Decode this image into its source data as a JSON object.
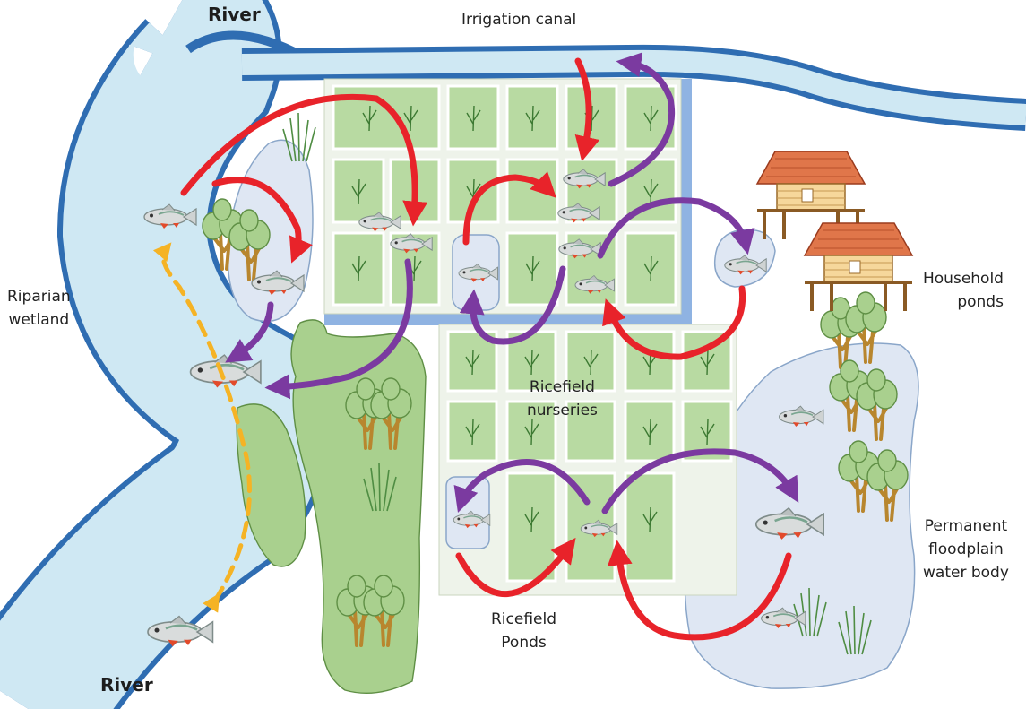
{
  "labels": {
    "river_top": "River",
    "river_bottom": "River",
    "irrigation_canal": "Irrigation canal",
    "riparian_1": "Riparian",
    "riparian_2": "wetland",
    "household_1": "Household",
    "household_2": "ponds",
    "nurseries_1": "Ricefield",
    "nurseries_2": "nurseries",
    "ricefield_ponds_1": "Ricefield",
    "ricefield_ponds_2": "Ponds",
    "floodplain_1": "Permanent",
    "floodplain_2": "floodplain",
    "floodplain_3": "water body"
  },
  "colors": {
    "water": "#cfe8f3",
    "water_edge": "#2f6db2",
    "field_bg": "#eef3ea",
    "paddy": "#b8daa2",
    "wetland": "#dfe7f3",
    "vegetation": "#a9d08e",
    "arrow_red": "#e8232a",
    "arrow_purple": "#7b3aa0",
    "arrow_yellow": "#f5b325",
    "trunk": "#b8862e",
    "roof": "#e0764a"
  },
  "icons": [
    "fish-icon",
    "tree-icon",
    "reed-icon",
    "rice-plant-icon",
    "stilt-house-icon"
  ]
}
